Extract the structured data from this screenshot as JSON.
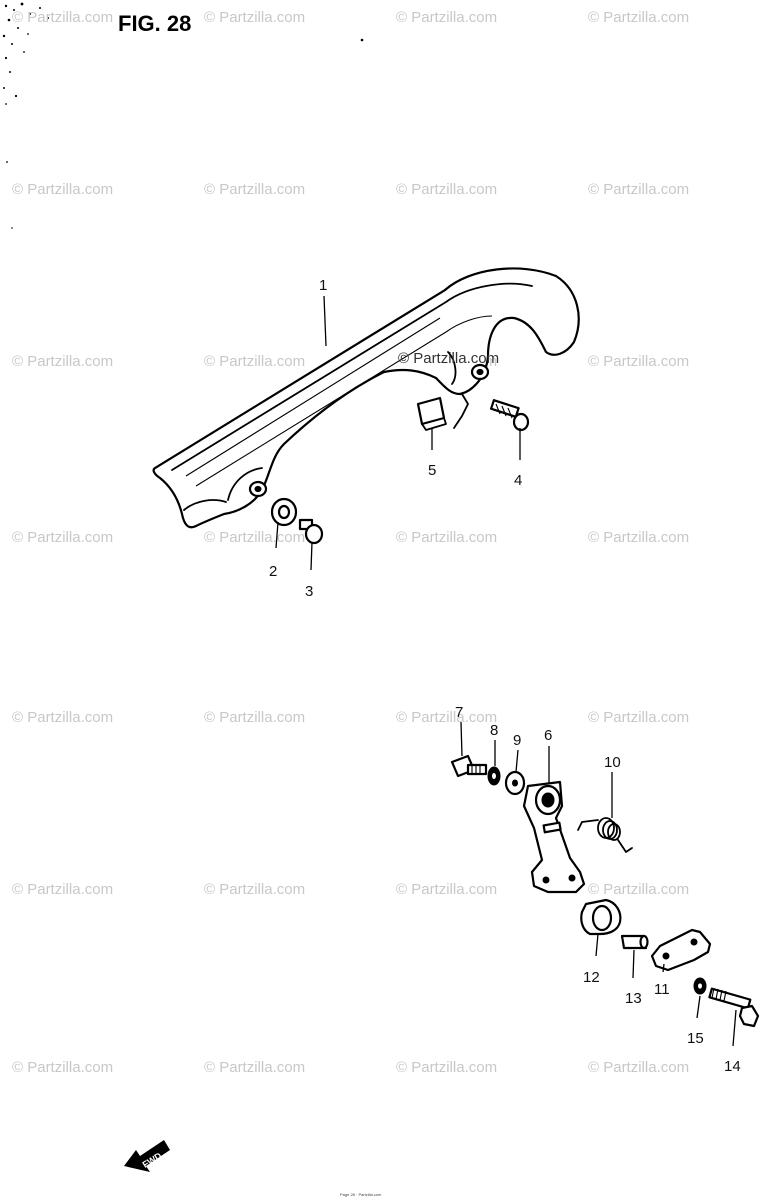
{
  "figure": {
    "title": "FIG. 28"
  },
  "watermark": {
    "text": "© Partzilla.com",
    "inline_text": "© Partzilla.com"
  },
  "callouts": [
    "1",
    "2",
    "3",
    "4",
    "5",
    "6",
    "7",
    "8",
    "9",
    "10",
    "11",
    "12",
    "13",
    "14",
    "15"
  ],
  "footer": {
    "direction_label": "FWD",
    "fine_print": "Page 28 · Partzilla.com"
  }
}
